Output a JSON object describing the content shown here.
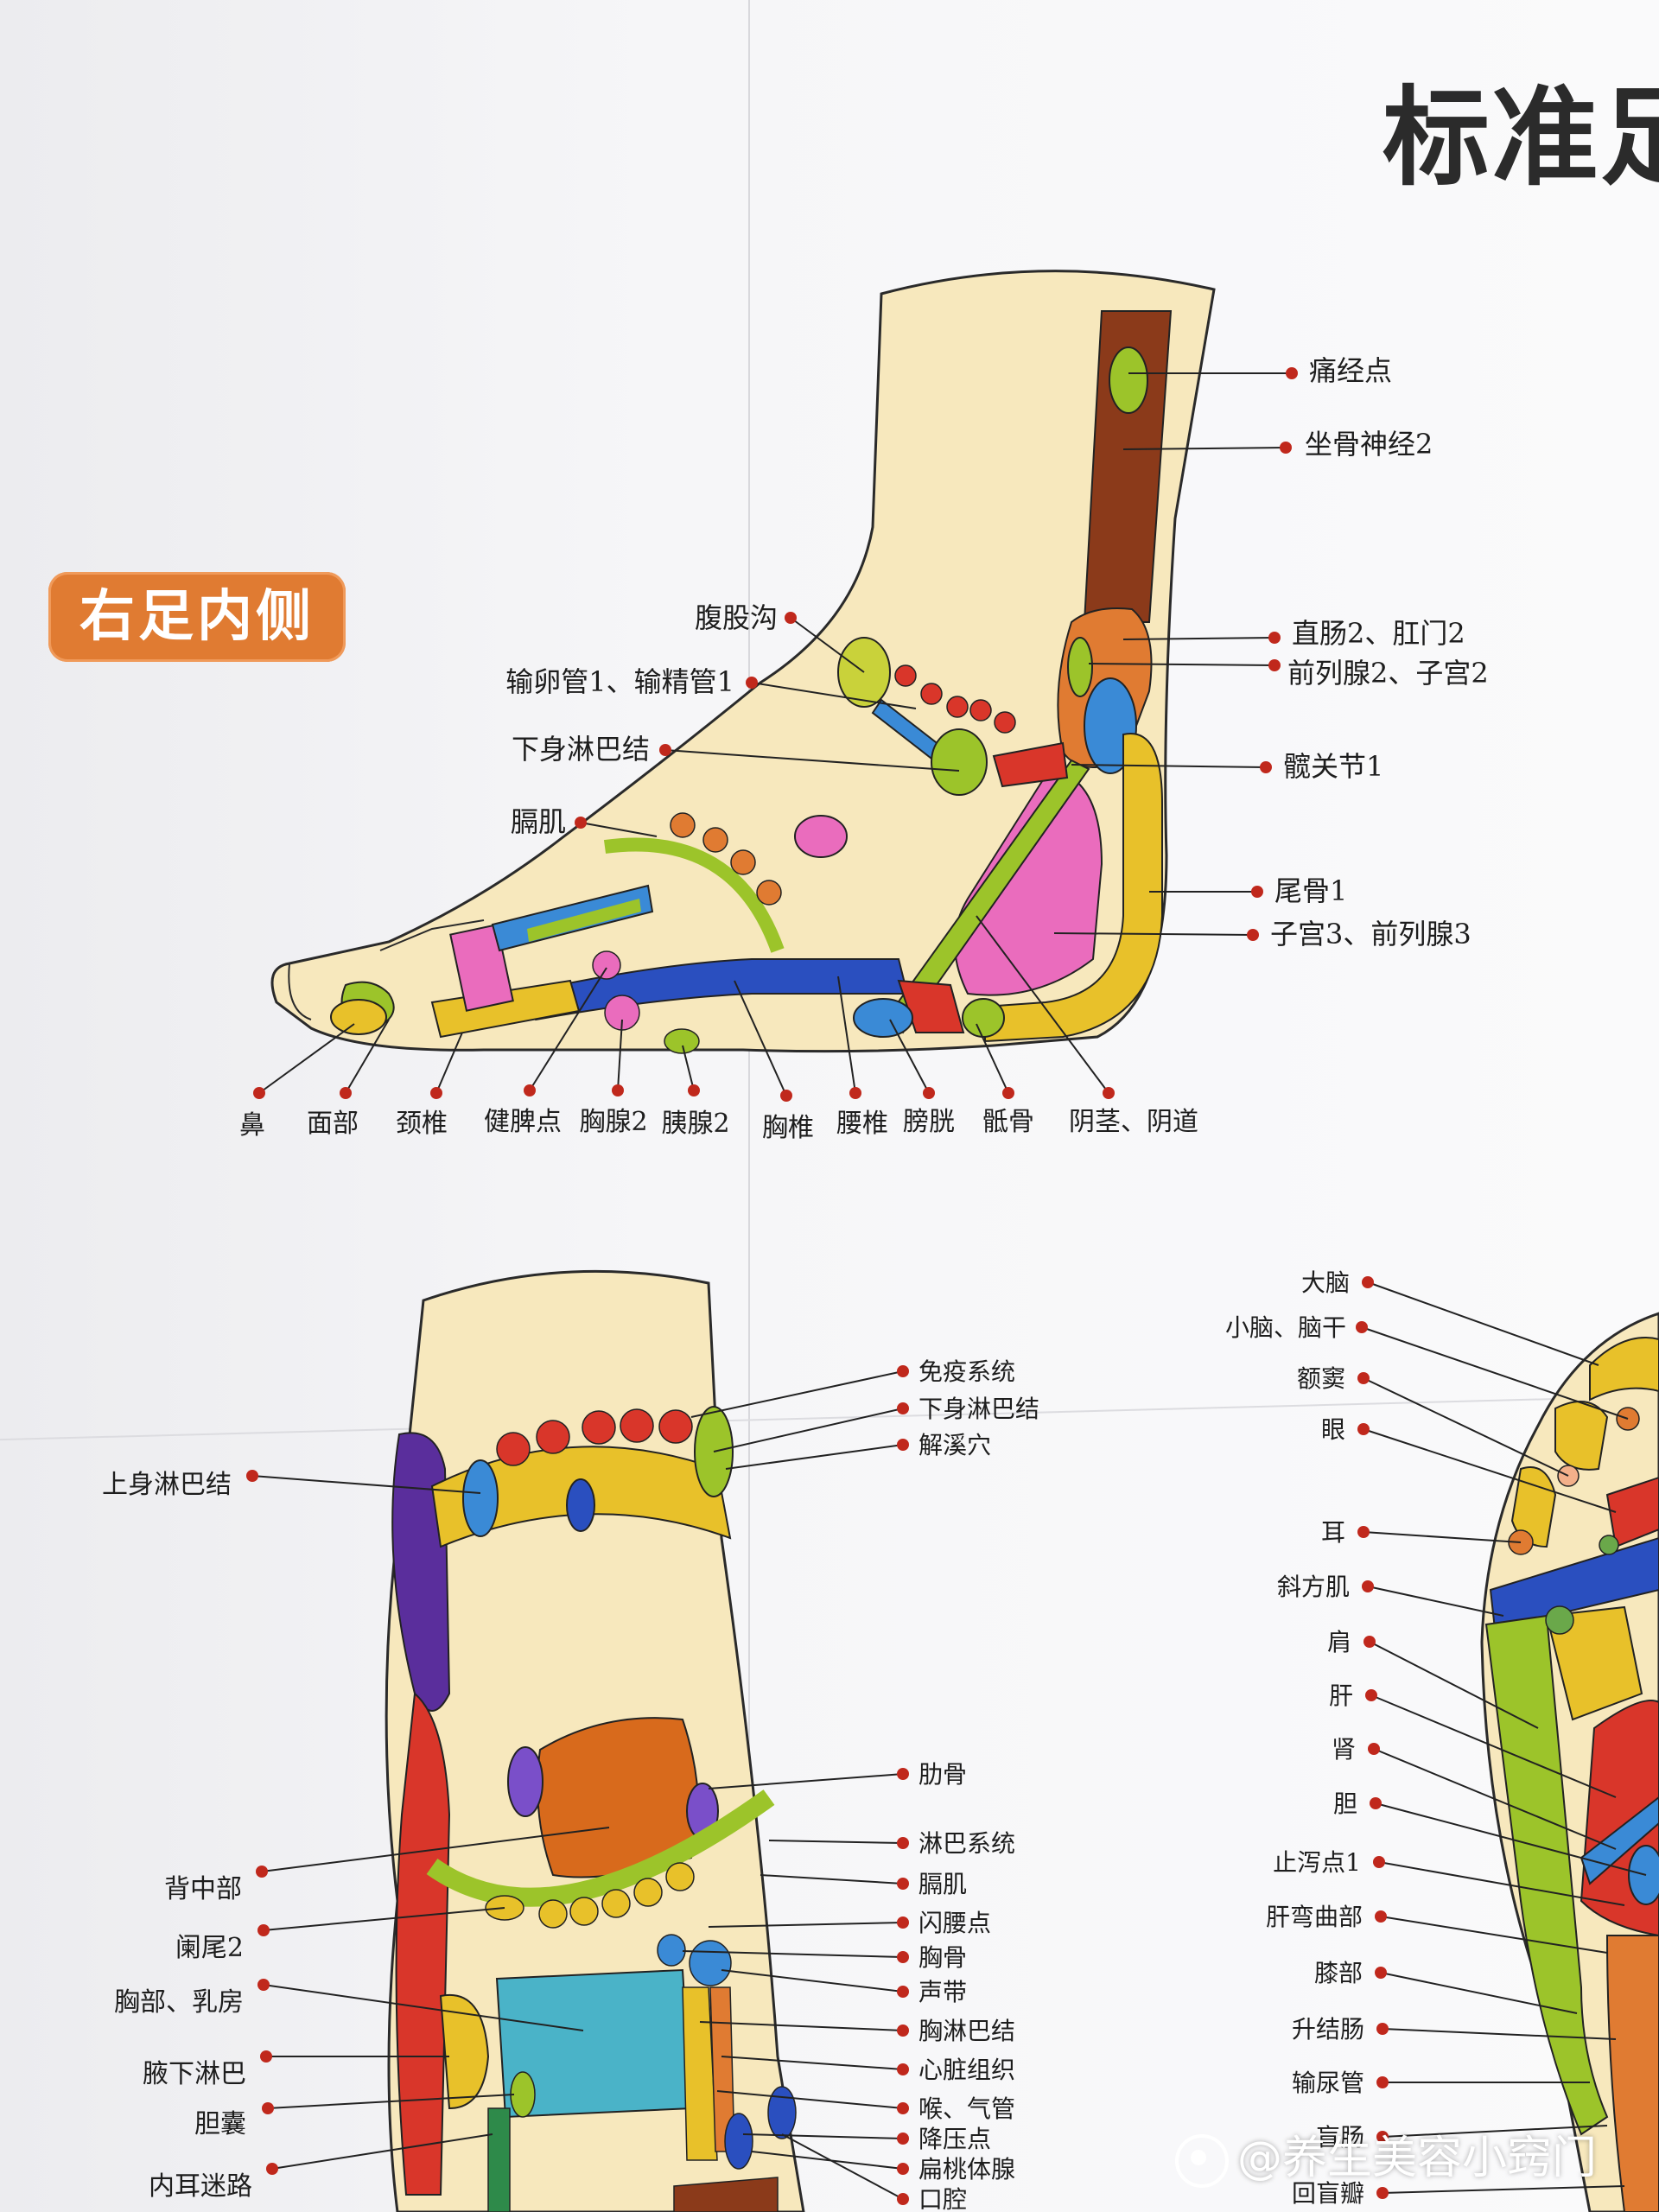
{
  "title": "标准足",
  "badge": "右足内侧",
  "watermark": "@养生美容小窍门",
  "colors": {
    "skin": "#f7e8bd",
    "orange": "#e07b32",
    "brown": "#8b3a1a",
    "yellow": "#e8c12a",
    "green": "#9cc42a",
    "blue": "#3a8ad6",
    "pink": "#ea6cbd",
    "red": "#d9362a",
    "purple": "#5a2e9c"
  },
  "top_labels_right": [
    "痛经点",
    "坐骨神经2",
    "直肠2、肛门2",
    "前列腺2、子宫2",
    "髋关节1",
    "尾骨1",
    "子宫3、前列腺3"
  ],
  "top_labels_left": [
    "腹股沟",
    "输卵管1、输精管1",
    "下身淋巴结",
    "膈肌"
  ],
  "top_labels_bottom": [
    "鼻",
    "面部",
    "颈椎",
    "健脾点",
    "胸腺2",
    "胰腺2",
    "胸椎",
    "腰椎",
    "膀胱",
    "骶骨",
    "阴茎、阴道"
  ],
  "sole_left_labels": [
    "上身淋巴结",
    "背中部",
    "阑尾2",
    "胸部、乳房",
    "腋下淋巴",
    "胆囊",
    "内耳迷路"
  ],
  "sole_right_labels": [
    "免疫系统",
    "下身淋巴结",
    "解溪穴",
    "肋骨",
    "淋巴系统",
    "膈肌",
    "闪腰点",
    "胸骨",
    "声带",
    "胸淋巴结",
    "心脏组织",
    "喉、气管",
    "降压点",
    "扁桃体腺",
    "口腔"
  ],
  "far_right_labels": [
    "大脑",
    "小脑、脑干",
    "额窦",
    "眼",
    "耳",
    "斜方肌",
    "肩",
    "肝",
    "肾",
    "胆",
    "止泻点1",
    "肝弯曲部",
    "膝部",
    "升结肠",
    "输尿管",
    "盲肠",
    "回盲瓣"
  ]
}
